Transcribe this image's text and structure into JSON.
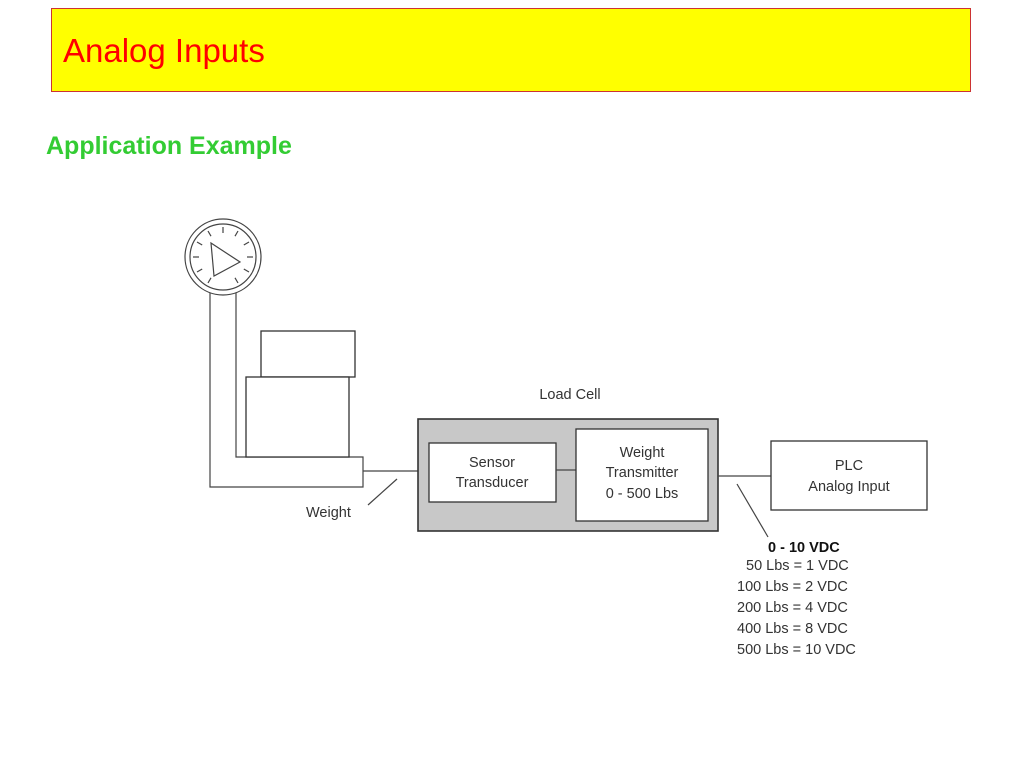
{
  "slide": {
    "title": "Analog Inputs",
    "subtitle": "Application Example"
  },
  "colors": {
    "header_background": "#FFFF00",
    "title_text": "#FF0000",
    "subtitle_text": "#33CC33",
    "load_cell_fill": "#C8C8C8"
  },
  "diagram": {
    "load_cell_label": "Load Cell",
    "sensor": [
      "Sensor",
      "Transducer"
    ],
    "transmitter": [
      "Weight",
      "Transmitter",
      "0 - 500 Lbs"
    ],
    "plc": [
      "PLC",
      "Analog Input"
    ],
    "weight_label": "Weight",
    "signal": {
      "range": "0 - 10 VDC",
      "mappings": [
        "50 Lbs = 1 VDC",
        "100 Lbs = 2 VDC",
        "200 Lbs = 4 VDC",
        "400 Lbs = 8 VDC",
        "500 Lbs = 10 VDC"
      ]
    },
    "icons": {
      "gauge": "pressure-gauge-icon",
      "scale": "weighing-scale-icon"
    }
  }
}
